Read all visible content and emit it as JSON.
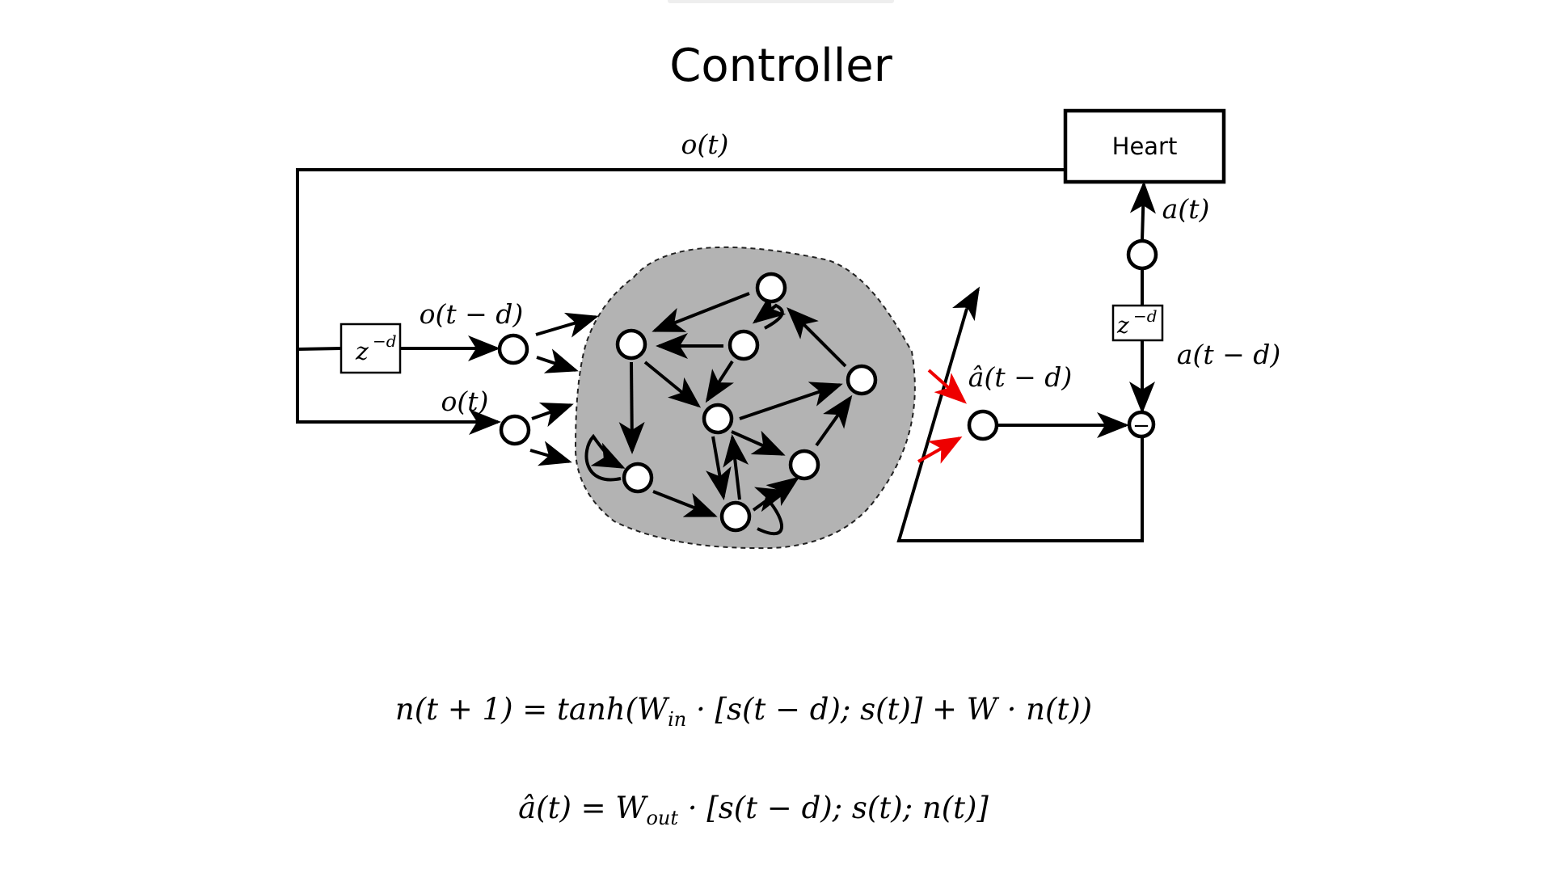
{
  "title": "Controller",
  "heart": {
    "label": "Heart"
  },
  "labels": {
    "observation_top": "o(t)",
    "observation_delayed": "o(t − d)",
    "observation_now": "o(t)",
    "action": "a(t)",
    "action_delayed": "a(t − d)",
    "action_estimate": "â(t − d)"
  },
  "delays": {
    "left": {
      "base": "z",
      "exp": "−d"
    },
    "right": {
      "base": "z",
      "exp": "−d"
    }
  },
  "subtract_symbol": "−",
  "equations": {
    "state_update": {
      "lhs": "n(t + 1) = tanh(W",
      "w_in_sub": "in",
      "rhs": " · [s(t − d); s(t)] + W · n(t))"
    },
    "readout": {
      "lhs": "â(t) = W",
      "w_out_sub": "out",
      "rhs": " · [s(t − d); s(t); n(t)]"
    }
  },
  "colors": {
    "reservoir_fill": "#b3b3b3",
    "readout_arrows": "#ee0000",
    "lines": "#000000"
  }
}
